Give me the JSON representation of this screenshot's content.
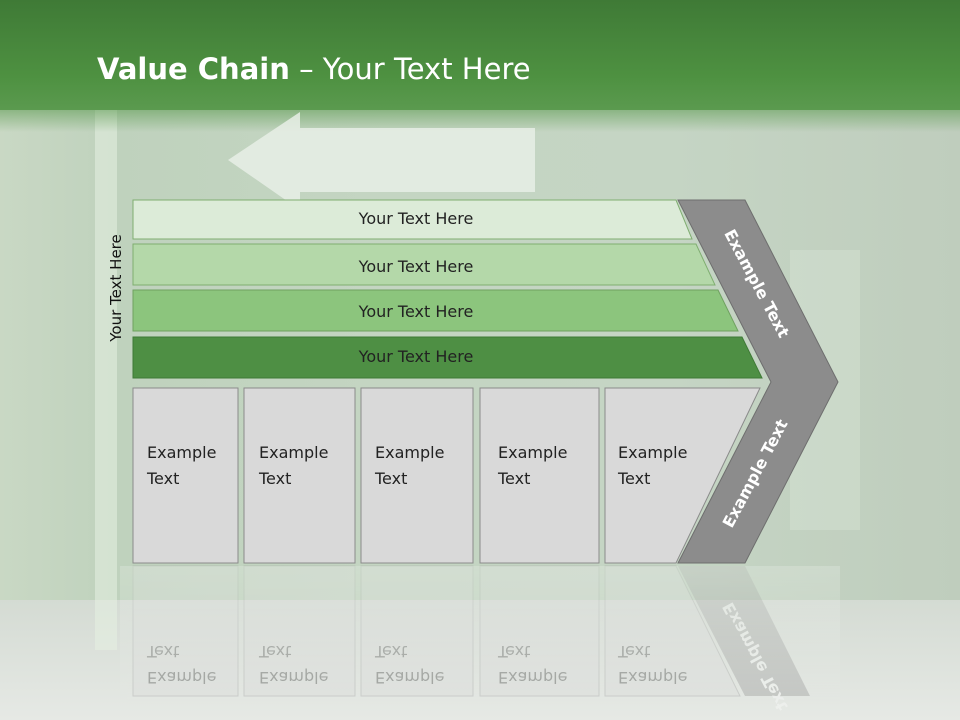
{
  "slide": {
    "title_bold": "Value Chain",
    "title_rest": " – Your Text Here"
  },
  "diagram": {
    "side_label": "Your Text Here",
    "bands": [
      {
        "label": "Your Text Here",
        "color": "#dcebd8"
      },
      {
        "label": "Your Text Here",
        "color": "#b4d8a9"
      },
      {
        "label": "Your Text Here",
        "color": "#8cc57d"
      },
      {
        "label": "Your Text Here",
        "color": "#4e8f44"
      }
    ],
    "cells": [
      {
        "line1": "Example",
        "line2": "Text"
      },
      {
        "line1": "Example",
        "line2": "Text"
      },
      {
        "line1": "Example",
        "line2": "Text"
      },
      {
        "line1": "Example",
        "line2": "Text"
      },
      {
        "line1": "Example",
        "line2": "Text"
      }
    ],
    "chevron_top": "Example Text",
    "chevron_bottom": "Example Text",
    "colors": {
      "cell_fill": "#d9d9d9",
      "cell_stroke": "#8a8a8a",
      "chevron_fill": "#8c8c8c"
    }
  }
}
